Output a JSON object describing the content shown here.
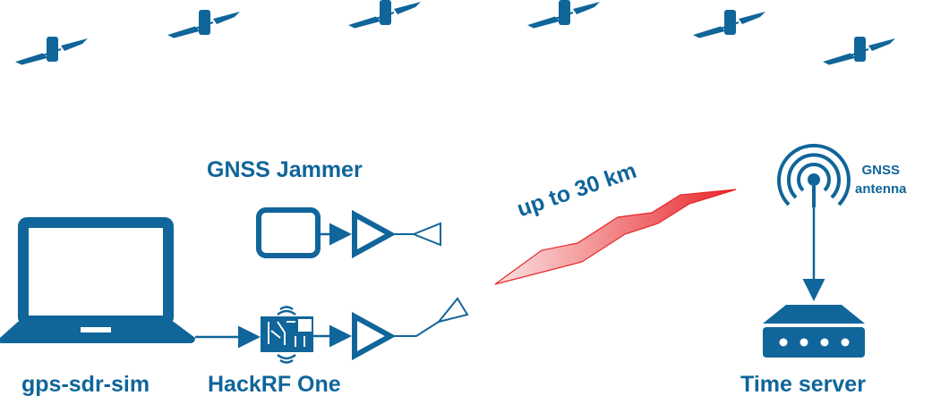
{
  "labels": {
    "laptop": "gps-sdr-sim",
    "hackrf": "HackRF One",
    "jammer": "GNSS Jammer",
    "range": "up to 30 km",
    "antenna_line1": "GNSS",
    "antenna_line2": "antenna",
    "server": "Time server"
  },
  "colors": {
    "primary": "#10659a",
    "signal_red": "#e8262a"
  }
}
